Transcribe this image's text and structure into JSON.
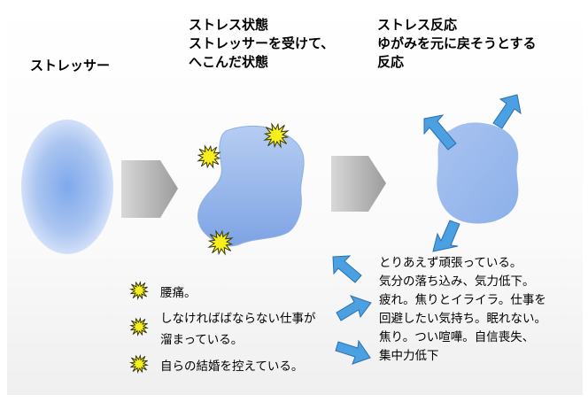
{
  "labels": {
    "stressor": "ストレッサー",
    "stress_state_title": "ストレス状態",
    "stress_state_desc_1": "ストレッサーを受けて、",
    "stress_state_desc_2": "へこんだ状態",
    "stress_response_title": "ストレス反応",
    "stress_response_desc_1": "ゆがみを元に戻そうとする",
    "stress_response_desc_2": "反応"
  },
  "stressors_list": [
    "腰痛。",
    "しなければばならない仕事が",
    "溜まっている。",
    "自らの結婚を控えている。"
  ],
  "responses_list": [
    "とりあえず頑張っている。",
    "気分の落ち込み、気力低下。",
    "疲れ。焦りとイライラ。仕事を",
    "回避したい気持ち。眠れない。",
    "焦り。つい喧嘩。自信喪失、",
    "集中力低下"
  ],
  "colors": {
    "shape_blue": "#8fb4ea",
    "shape_blue_dark": "#6f98de",
    "arrow_blue": "#4aa0e0",
    "arrow_stroke": "#2d6fb3",
    "burst_yellow": "#f7ee1e",
    "burst_stroke": "#3a3a00",
    "gray_arrow": "#b4b4b4"
  }
}
